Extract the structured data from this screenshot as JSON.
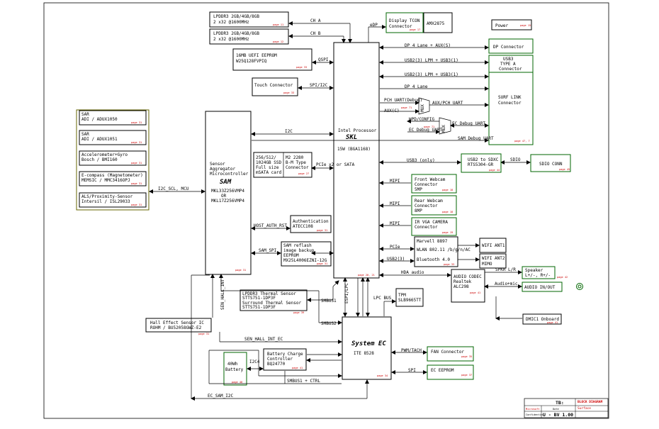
{
  "blocks": {
    "lpddr3_a": [
      "LPDDR3 2GB/4GB/8GB",
      "2 x32 @1600MHz"
    ],
    "lpddr3_b": [
      "LPDDR3 2GB/4GB/8GB",
      "2 x32 @1600MHz"
    ],
    "uefi": [
      "16MB UEFI EEPROM",
      "W25Q128FVPIQ"
    ],
    "touch": "Touch Connector",
    "display_tcon": [
      "Display TCON",
      "Connector"
    ],
    "amx": "AMX2875",
    "power": "Power",
    "dp_conn": "DP Connector",
    "usb3_a": [
      "USB3",
      "TYPE A",
      "Connector"
    ],
    "surf_link": [
      "SURF LINK",
      "Connector"
    ],
    "sensors": [
      [
        "SAR",
        "ADI / ADUX1050"
      ],
      [
        "SAR",
        "ADI / ADUX1051"
      ],
      [
        "Accelerometer+Gyro",
        "Bosch / BMI160"
      ],
      [
        "E-compass (Magnetometer)",
        "MEMSIC / MMC3416OPJ"
      ],
      [
        "ALS/Proximity-Sensor",
        "Intersil / ISL29033"
      ]
    ],
    "sam": [
      "Sensor",
      "Aggregator",
      "Microcontroller",
      "SAM",
      "MKL33Z256VMP4",
      "OR",
      "MKL17Z256VMP4"
    ],
    "cpu": [
      "Intel Processor",
      "SKL",
      "15W (BGA1168)"
    ],
    "ssd": [
      "256/512/",
      "1024GB SSD",
      "Full size",
      "mSATA card"
    ],
    "m2": [
      "M2 2280",
      "B-M Type",
      "Connector"
    ],
    "auth": [
      "Authentication",
      "ATECC108"
    ],
    "sam_reflash": [
      "SAM reflash",
      "image backup",
      "EEPROM",
      "MX25L4006EZNI-12G"
    ],
    "usb2_sdxc": [
      "USB2 to SDXC",
      "RTS5304-GR"
    ],
    "sdio_conn": "SDIO CONN",
    "front_cam": [
      "Front Webcam",
      "Connector",
      "5MP"
    ],
    "rear_cam": [
      "Rear Webcam",
      "Connector",
      "8MP"
    ],
    "ir_cam": [
      "IR VGA CAMERA",
      "Connector"
    ],
    "wifi": [
      "Marvell 8897",
      "WLAN 802.11 /b/g/n/AC",
      "Bluetooth 4.0"
    ],
    "wifi_ant1": "WIFI ANT1",
    "wifi_ant2": [
      "WIFI ANT2",
      "MIMO"
    ],
    "audio": [
      "AUDIO CODEC",
      "Realtek",
      "ALC298"
    ],
    "speaker": [
      "Speaker",
      "L+/-, R+/-"
    ],
    "audio_inout": "AUDIO IN/OUT",
    "dmic": "DMIC1 Onboard",
    "thermal": [
      "LPDDR3 Thermal Sensor",
      "STTS751-1DP3F",
      "Surround Thermal Sensor",
      "STTS751-1DP3F"
    ],
    "hall": [
      "Hall Effect Sensor IC",
      "ROHM / BU52058GWZ-E2"
    ],
    "battery": [
      "40Wh",
      "Battery"
    ],
    "charger": [
      "Battery Charge",
      "Controller",
      "BQ24770"
    ],
    "ec": [
      "System EC",
      "ITE 8528"
    ],
    "tpm": [
      "TPM",
      "SLB9665TT"
    ],
    "fan": "FAN Connector",
    "ec_eeprom": "EC EEPROM"
  },
  "signals": {
    "ch_a": "CH A",
    "ch_b": "CH B",
    "edp": "eDP",
    "qspi": "QSPI",
    "spi_i2c": "SPI/I2C",
    "dp4_aux": "DP 4 Lane + AUX(S)",
    "usb_lpm": "USB2(3) LPM + USB3(1)",
    "usb_lpm2": "USB2(3) LPM + USB3(1)",
    "dp4": "DP 4 Lane",
    "pch_uart": "PCH UART(Debug)",
    "aux_c": "AUX(C)",
    "aux_pch": "AUX/PCH UART",
    "hpd_config": "HPD/CONFIG",
    "ec_uart": "EC Debug UART",
    "sam_uart": "SAM Debug UART",
    "mux": "MUX",
    "i2c_sensors": "I2C_SCL, MCU",
    "i2c2": "I2C",
    "host_auth": "HOST_AUTH_RST",
    "sam_spi": "SAM_SPI",
    "pcie_sata": "PCIe x2 or SATA",
    "usb3_only": "USB3 (only)",
    "sdio": "SDIO",
    "mipi1": "MIPI",
    "mipi2": "MIPI",
    "mipi3": "MIPI",
    "pcie": "PCIe",
    "usb_bt": "USB2(3)",
    "hda": "HDA audio",
    "spkr": "SPKR L/R",
    "audio_io": "Audio+mic",
    "smbus1": "SMBUS1",
    "smbus2": "SMBUS2",
    "lpc": "LPC BUS",
    "espi": "ESPI/LPC",
    "pwm": "PWM/TACH",
    "spi": "SPI",
    "sen_hall": "SEN_HALL_INT_EC",
    "smbus_ctrl": "SMBUS1 + CTRL",
    "ec_sam": "EC_SAM_I2C",
    "i2c4": "I2C4",
    "sen_hall_int": "SEN_HALL_INT"
  },
  "pages": {
    "lpddr_a": "page 11",
    "lpddr_b": "page 12",
    "uefi": "page 33",
    "touch": "page 33",
    "display": "page 17",
    "power": "page 15",
    "dp": "page 17",
    "usb3": "page 31",
    "pch_uart": "page 71",
    "hpd": "page 71",
    "surf": "page 47, 7",
    "s1": "page 31",
    "s2": "page 31",
    "s3": "page 31",
    "s4": "page 31",
    "s5": "page 31",
    "ssd": "page 27",
    "auth": "page 31",
    "reflash": "page 31",
    "sam": "page 31",
    "cpu": "page 20, 21",
    "sdxc": "page 44",
    "sdio": "page 45",
    "front": "page 18",
    "rear": "page 18",
    "ir": "page 19",
    "wifi": "page 33",
    "audio": "page 41",
    "speaker": "page 42",
    "dmic": "page 41",
    "thermal": "page 39",
    "hall": "page 31",
    "battery": "page 40",
    "charger": "page 41",
    "ec": "page 34",
    "fan": "page 35",
    "ec_eeprom": "page 37"
  },
  "title_block": {
    "title": "BLOCK DIAGRAM",
    "company": "Surface",
    "project": "U - BV 1.00",
    "tb_label": "TB:",
    "field1": "Microsoft",
    "field2": "Confidential",
    "field3": "Date"
  }
}
